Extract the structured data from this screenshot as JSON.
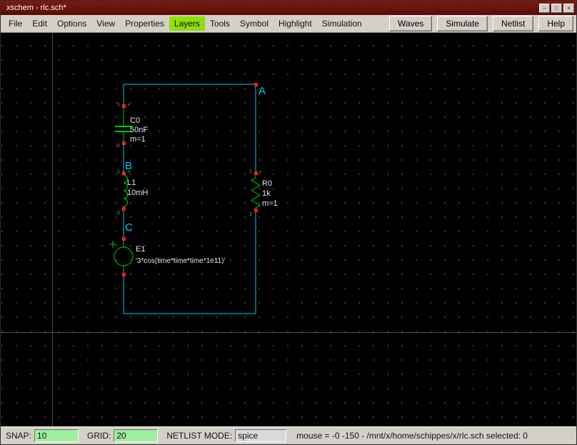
{
  "window": {
    "title": "xschem - rlc.sch*",
    "buttons": {
      "minimize": "–",
      "maximize": "□",
      "close": "×"
    }
  },
  "menubar": {
    "items": [
      "File",
      "Edit",
      "Options",
      "View",
      "Properties",
      "Layers",
      "Tools",
      "Symbol",
      "Highlight",
      "Simulation"
    ],
    "buttons": [
      "Waves",
      "Simulate",
      "Netlist",
      "Help"
    ]
  },
  "statusbar": {
    "snap_label": "SNAP:",
    "snap_value": "10",
    "grid_label": "GRID:",
    "grid_value": "20",
    "netlist_mode_label": "NETLIST MODE:",
    "netlist_mode_value": "spice",
    "info": "mouse = -0 -150 - /mnt/x/home/schippes/x/rlc.sch selected: 0"
  },
  "schematic": {
    "net_labels": {
      "a": "A",
      "b": "B",
      "c": "C"
    },
    "capacitor": {
      "name": "C0",
      "value": "50nF",
      "mult": "m=1"
    },
    "inductor": {
      "name": "L1",
      "value": "10mH"
    },
    "source": {
      "name": "E1",
      "value": "'3*cos(time*time*time*1e11)'"
    },
    "resistor": {
      "name": "R0",
      "value": "1k",
      "mult": "m=1"
    },
    "pin_markers": {
      "one": "1",
      "two": "2",
      "plus": "+"
    },
    "colors": {
      "wire": "#00ccee",
      "component": "#00cc00",
      "pin": "#ff1a1a",
      "text": "#e8e8e8",
      "net_label": "#00ccee",
      "pin_number": "#9a9a9a"
    }
  }
}
